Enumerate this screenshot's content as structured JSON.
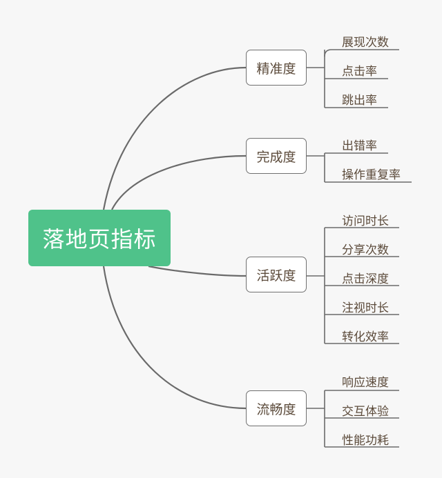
{
  "root": "落地页指标",
  "branches": [
    {
      "label": "精准度",
      "leaves": [
        "展现次数",
        "点击率",
        "跳出率"
      ]
    },
    {
      "label": "完成度",
      "leaves": [
        "出错率",
        "操作重复率"
      ]
    },
    {
      "label": "活跃度",
      "leaves": [
        "访问时长",
        "分享次数",
        "点击深度",
        "注视时长",
        "转化效率"
      ]
    },
    {
      "label": "流畅度",
      "leaves": [
        "响应速度",
        "交互体验",
        "性能功耗"
      ]
    }
  ],
  "colors": {
    "root_fill": "#4fc28a",
    "line": "#6a6a6a",
    "text": "#5b4a3a",
    "background": "#f7f7f7"
  }
}
